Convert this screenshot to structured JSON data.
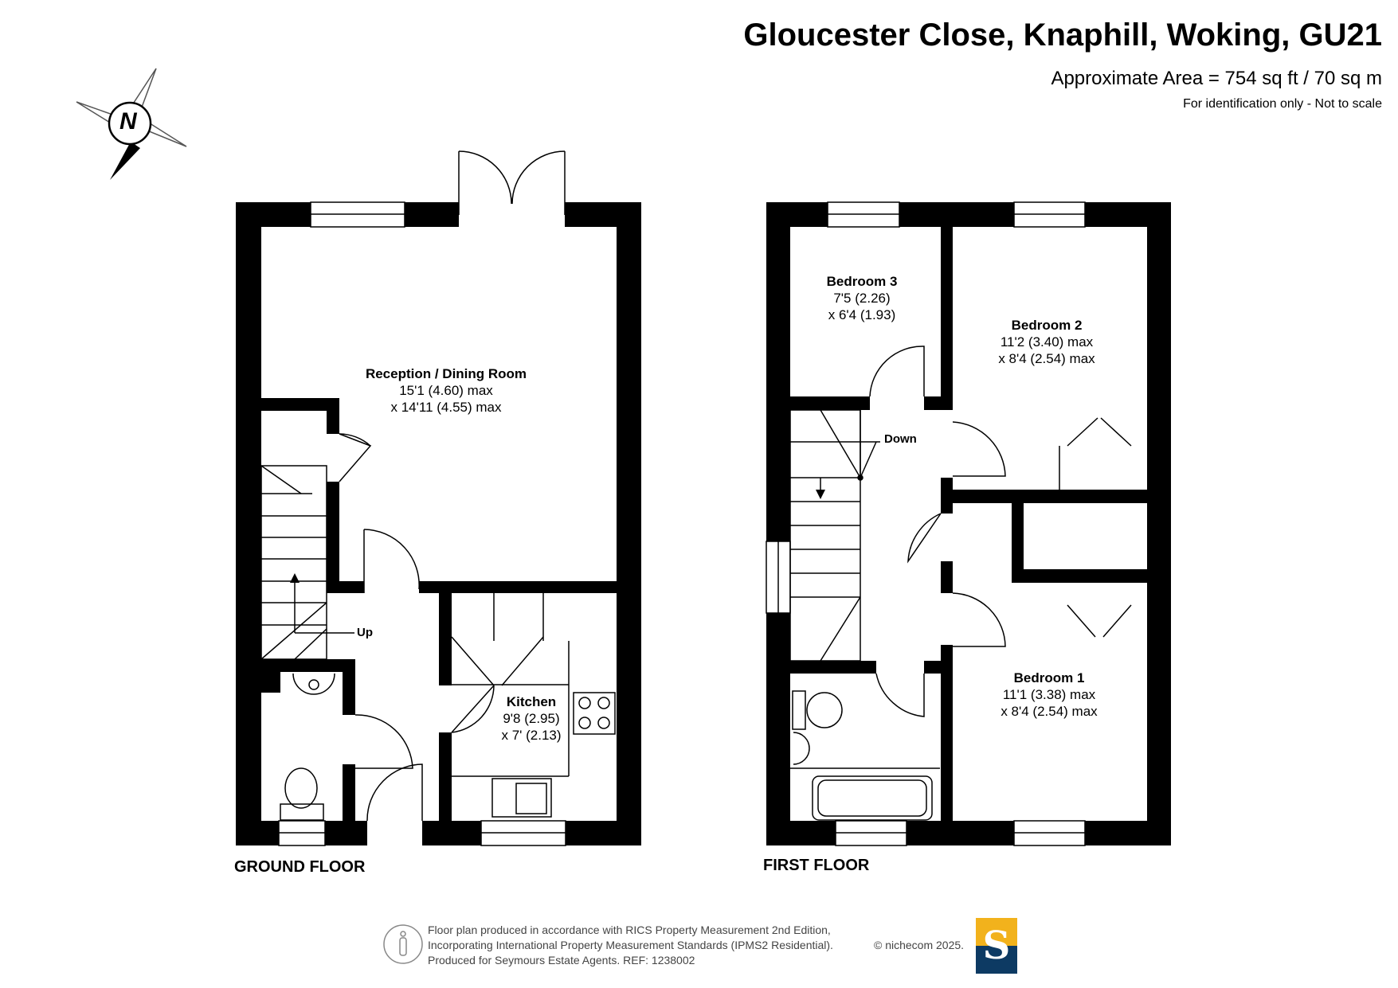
{
  "header": {
    "title": "Gloucester Close, Knaphill, Woking, GU21",
    "area": "Approximate Area = 754 sq ft / 70 sq m",
    "disclaimer": "For identification only - Not to scale"
  },
  "compass": {
    "label": "N"
  },
  "ground_floor": {
    "label": "GROUND FLOOR",
    "stairs_tag": "Up",
    "rooms": [
      {
        "name": "Reception / Dining Room",
        "dim1": "15'1 (4.60) max",
        "dim2": "x 14'11 (4.55) max"
      },
      {
        "name": "Kitchen",
        "dim1": "9'8 (2.95)",
        "dim2": "x 7' (2.13)"
      }
    ]
  },
  "first_floor": {
    "label": "FIRST FLOOR",
    "stairs_tag": "Down",
    "rooms": [
      {
        "name": "Bedroom 3",
        "dim1": "7'5 (2.26)",
        "dim2": "x 6'4 (1.93)"
      },
      {
        "name": "Bedroom 2",
        "dim1": "11'2 (3.40) max",
        "dim2": "x 8'4 (2.54) max"
      },
      {
        "name": "Bedroom 1",
        "dim1": "11'1 (3.38) max",
        "dim2": "x 8'4 (2.54) max"
      }
    ]
  },
  "footer": {
    "line1": "Floor plan produced in accordance with RICS Property Measurement 2nd Edition,",
    "line2": "Incorporating International Property Measurement Standards (IPMS2 Residential).",
    "line3": "Produced for Seymours Estate Agents.   REF: 1238002",
    "copyright": "© nichecom 2025.",
    "logo_letter": "S"
  },
  "colors": {
    "wall": "#000000",
    "logo_gold": "#f2b21c",
    "logo_navy": "#0d3a63"
  }
}
